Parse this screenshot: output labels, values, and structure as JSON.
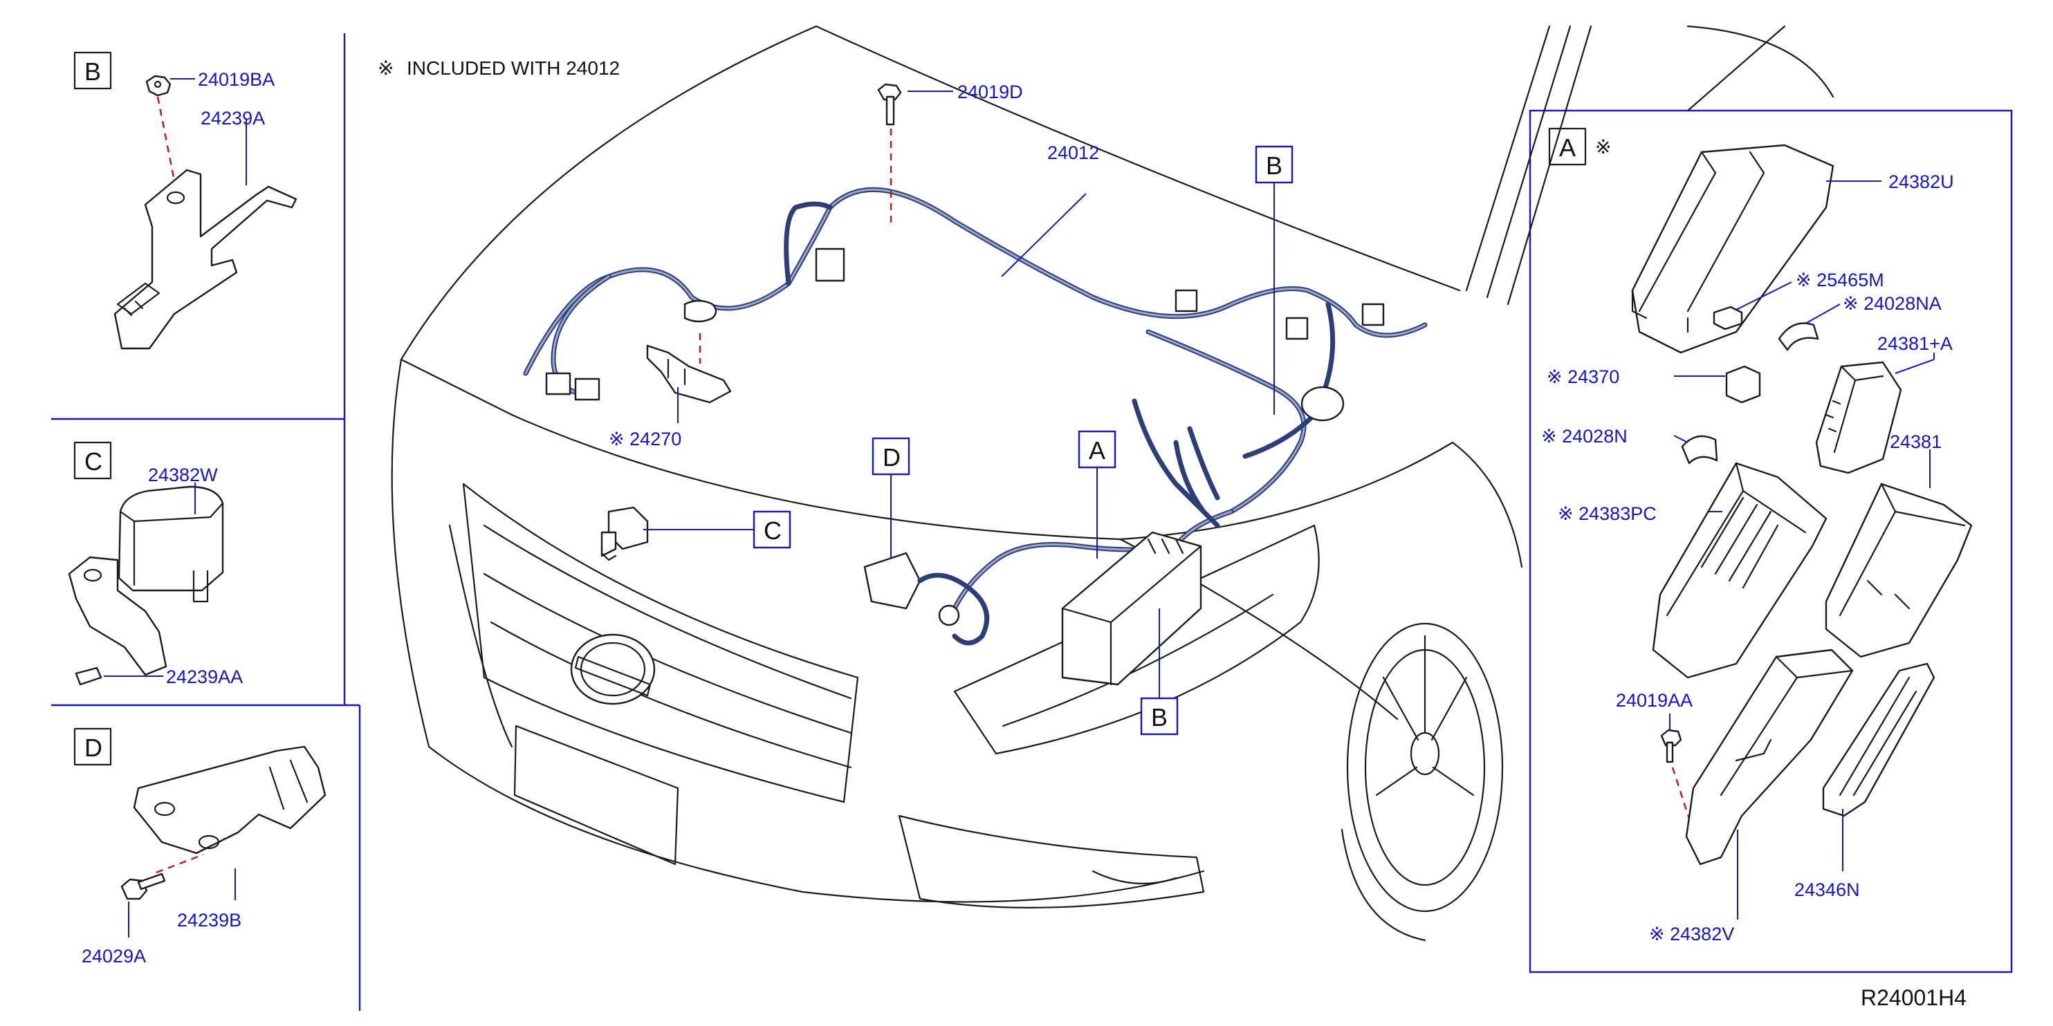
{
  "note": {
    "mark": "※",
    "text": "INCLUDED   WITH   24012"
  },
  "ref_code": "R24001H4",
  "panels": {
    "B": {
      "letter": "B",
      "labels": {
        "nut": "24019BA",
        "bracket": "24239A"
      }
    },
    "C": {
      "letter": "C",
      "labels": {
        "relay": "24382W",
        "bracket": "24239AA"
      }
    },
    "D": {
      "letter": "D",
      "labels": {
        "bracket": "24239B",
        "bolt": "24029A"
      }
    },
    "A": {
      "letter": "A",
      "mark": "※",
      "labels": {
        "upper_cover": "24382U",
        "fuse": "※ 25465M",
        "clip_na": "※ 24028NA",
        "relay_box_plus_a": "24381+A",
        "relay": "※ 24370",
        "clip_n": "※ 24028N",
        "fuse_block": "※ 24383PC",
        "relay_box": "24381",
        "bolt": "24019AA",
        "lower_case": "※ 24382V",
        "bracket": "24346N"
      }
    }
  },
  "main": {
    "labels": {
      "bolt": "24019D",
      "harness": "24012",
      "sensor": "※ 24270"
    },
    "callouts": {
      "a": "A",
      "b_top": "B",
      "b_bottom": "B",
      "c": "C",
      "d": "D"
    }
  }
}
